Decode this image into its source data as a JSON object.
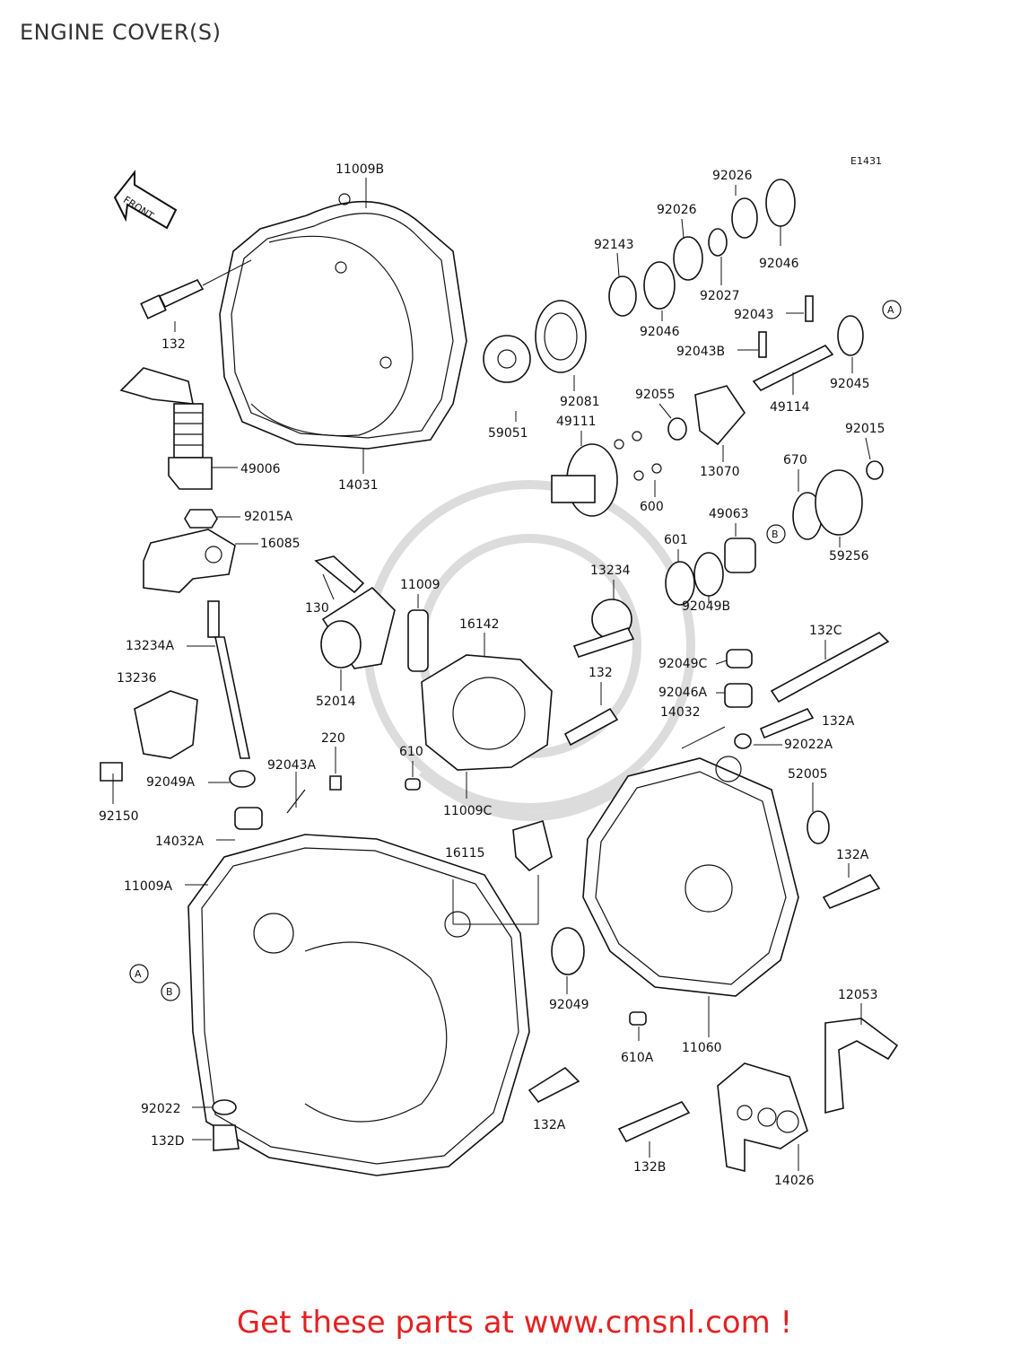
{
  "title": "ENGINE COVER(S)",
  "diagram_code": "E1431",
  "front_label": "FRONT",
  "footer": "Get these parts at www.cmsnl.com !",
  "callouts": [
    "A",
    "B"
  ],
  "parts": [
    "11009B",
    "132",
    "49006",
    "14031",
    "92015A",
    "16085",
    "13234A",
    "13236",
    "92150",
    "92049A",
    "130",
    "52014",
    "11009",
    "16142",
    "220",
    "92043A",
    "610",
    "11009C",
    "14032A",
    "11009A",
    "16115",
    "92022",
    "132D",
    "132A",
    "92049",
    "59051",
    "92081",
    "92143",
    "92046",
    "92026",
    "92027",
    "92043",
    "92043B",
    "92045",
    "49114",
    "92055",
    "13070",
    "49111",
    "600",
    "92015",
    "670",
    "49063",
    "59256",
    "601",
    "13234",
    "92049B",
    "132C",
    "92049C",
    "92046A",
    "14032",
    "92022A",
    "52005",
    "610A",
    "11060",
    "12053",
    "132B",
    "14026"
  ]
}
